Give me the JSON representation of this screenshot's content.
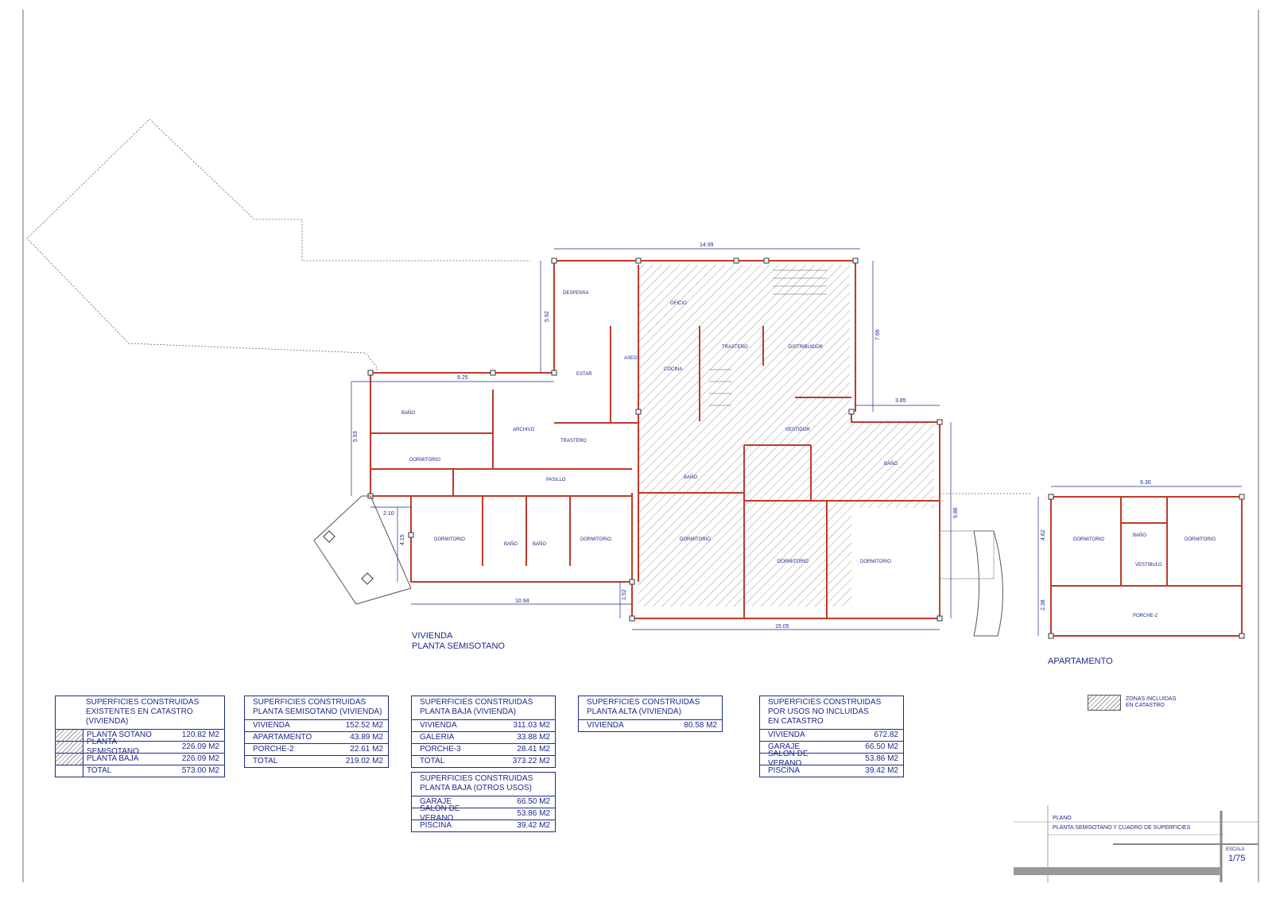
{
  "captions": {
    "vivienda_line1": "VIVIENDA",
    "vivienda_line2": "PLANTA SEMISOTANO",
    "apartamento": "APARTAMENTO"
  },
  "rooms": {
    "despensa": "DESPENSA",
    "oficio": "OFICIO",
    "aseo": "ASEO",
    "estar": "ESTAR",
    "cocina": "COCINA",
    "trastero1": "TRASTERO",
    "trastero2": "TRASTERO",
    "distribuidor": "DISTRIBUIDOR",
    "bano1": "BAÑO",
    "archivo": "ARCHIVO",
    "vestidor": "VESTIDOR",
    "dormitorio1": "DORMITORIO",
    "pasillo": "PASILLO",
    "bano2": "BAÑO",
    "bano3": "BAÑO",
    "bano4": "BAÑO",
    "bano5": "BAÑO",
    "dormitorio2": "DORMITORIO",
    "dormitorio3": "DORMITORIO",
    "dormitorio4": "DORMITORIO",
    "dormitorio5": "DORMITORIO",
    "dormitorio6": "DORMITORIO",
    "apt_dormitorio1": "DORMITORIO",
    "apt_bano": "BAÑO",
    "apt_dormitorio2": "DORMITORIO",
    "apt_vestibulo": "VESTIBULO",
    "apt_porche": "PORCHE-2"
  },
  "dimensions": {
    "d1": "14.99",
    "d2": "5.92",
    "d3": "7.66",
    "d4": "9.25",
    "d5": "5.93",
    "d6": "3.85",
    "d7": "2.10",
    "d8": "4.15",
    "d9": "9.86",
    "d10": "10.94",
    "d11": "1.52",
    "d12": "15.05",
    "d13": "9.30",
    "d14": "4.62",
    "d15": "2.38"
  },
  "tables": {
    "t1": {
      "header": "SUPERFICIES CONSTRUIDAS\nEXISTENTES EN CATASTRO\n(VIVIENDA)",
      "rows": [
        {
          "label": "PLANTA SOTANO",
          "value": "120.82 M2"
        },
        {
          "label": "PLANTA SEMISOTANO",
          "value": "226.09 M2"
        },
        {
          "label": "PLANTA BAJA",
          "value": "226.09 M2"
        },
        {
          "label": "TOTAL",
          "value": "573.00 M2"
        }
      ]
    },
    "t2": {
      "header": "SUPERFICIES CONSTRUIDAS\nPLANTA SEMISOTANO (VIVIENDA)",
      "rows": [
        {
          "label": "VIVIENDA",
          "value": "152.52 M2"
        },
        {
          "label": "APARTAMENTO",
          "value": "43.89 M2"
        },
        {
          "label": "PORCHE-2",
          "value": "22.61 M2"
        },
        {
          "label": "TOTAL",
          "value": "219.02 M2"
        }
      ]
    },
    "t3": {
      "header": "SUPERFICIES CONSTRUIDAS\nPLANTA BAJA (VIVIENDA)",
      "rows": [
        {
          "label": "VIVIENDA",
          "value": "311.03 M2"
        },
        {
          "label": "GALERIA",
          "value": "33.88 M2"
        },
        {
          "label": "PORCHE-3",
          "value": "28.41 M2"
        },
        {
          "label": "TOTAL",
          "value": "373.22 M2"
        }
      ]
    },
    "t4": {
      "header": "SUPERFICIES CONSTRUIDAS\nPLANTA ALTA (VIVIENDA)",
      "rows": [
        {
          "label": "VIVIENDA",
          "value": "80.58 M2"
        }
      ]
    },
    "t5": {
      "header": "SUPERFICIES CONSTRUIDAS\nPOR USOS NO INCLUIDAS\nEN CATASTRO",
      "rows": [
        {
          "label": "VIVIENDA",
          "value": "672.82"
        },
        {
          "label": "GARAJE",
          "value": "66.50 M2"
        },
        {
          "label": "SALON DE VERANO",
          "value": "53.86 M2"
        },
        {
          "label": "PISCINA",
          "value": "39.42 M2"
        }
      ]
    },
    "t6": {
      "header": "SUPERFICIES CONSTRUIDAS\nPLANTA BAJA (OTROS USOS)",
      "rows": [
        {
          "label": "GARAJE",
          "value": "66.50 M2"
        },
        {
          "label": "SALON DE VERANO",
          "value": "53.86 M2"
        },
        {
          "label": "PISCINA",
          "value": "39.42 M2"
        }
      ]
    }
  },
  "legend": {
    "line1": "ZONAS INCLUIDAS",
    "line2": "EN CATASTRO"
  },
  "title_block": {
    "plano_label": "PLANO",
    "plano_title": "PLANTA SEMISOTANO Y CUADRO DE SUPERFICIES",
    "escala_label": "ESCALA",
    "escala_value": "1/75"
  },
  "colors": {
    "wall": "#c0392b",
    "ink": "#1c2a8a",
    "hatch": "#999999"
  }
}
